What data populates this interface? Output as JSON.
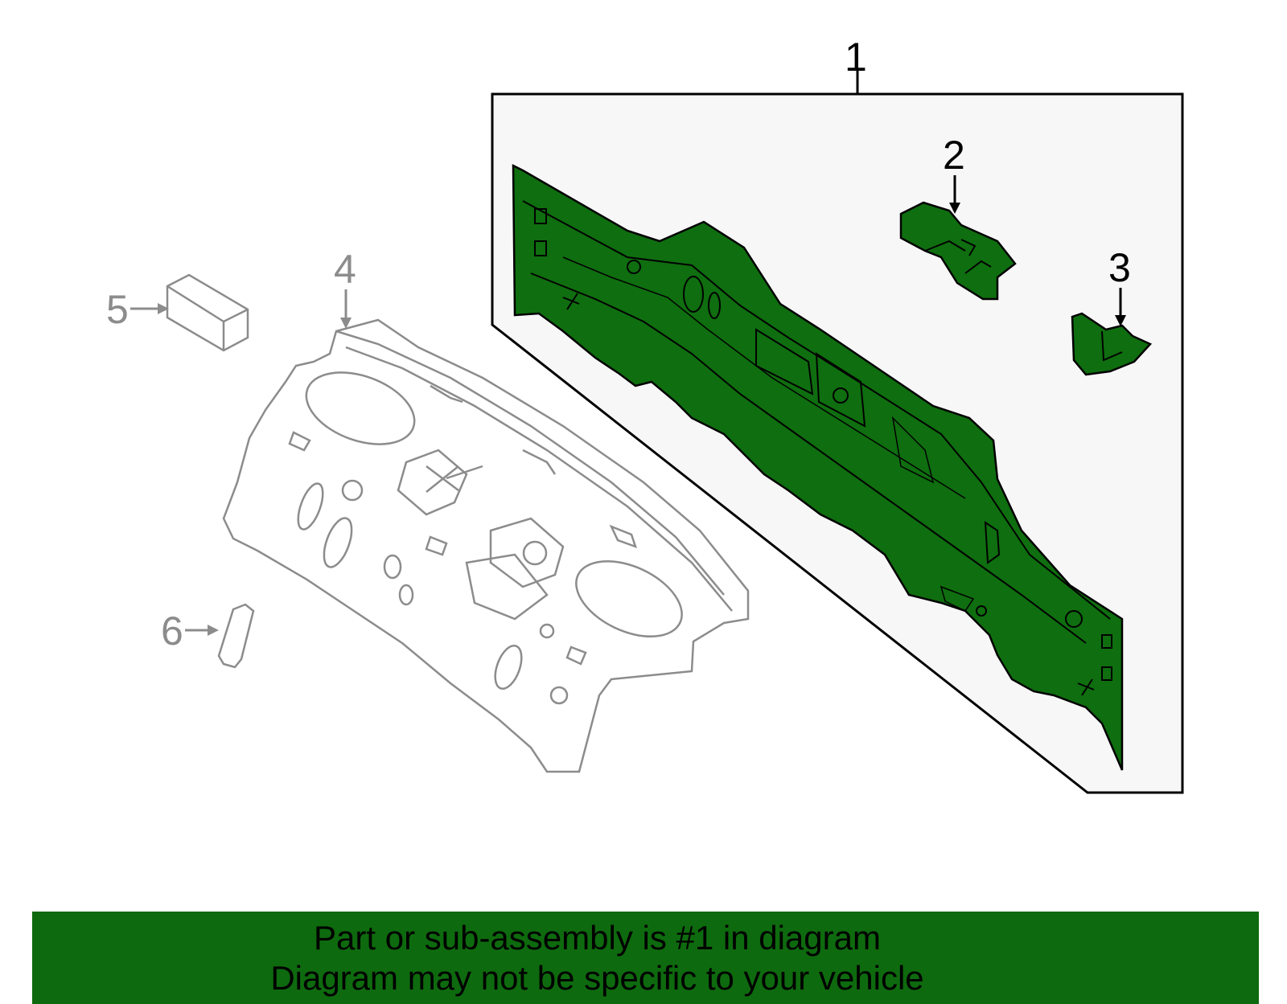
{
  "diagram": {
    "callouts": [
      {
        "number": "1",
        "style": "active"
      },
      {
        "number": "2",
        "style": "active"
      },
      {
        "number": "3",
        "style": "active"
      },
      {
        "number": "4",
        "style": "ghost"
      },
      {
        "number": "5",
        "style": "ghost"
      },
      {
        "number": "6",
        "style": "ghost"
      }
    ],
    "highlight_color": "#0f6e0f",
    "ghost_color": "#8c8c8c",
    "box_fill": "#f7f7f7"
  },
  "banner": {
    "line1": "Part or sub-assembly is #1 in diagram",
    "line2": "Diagram may not be specific to your vehicle",
    "background": "#0e6a0e"
  }
}
